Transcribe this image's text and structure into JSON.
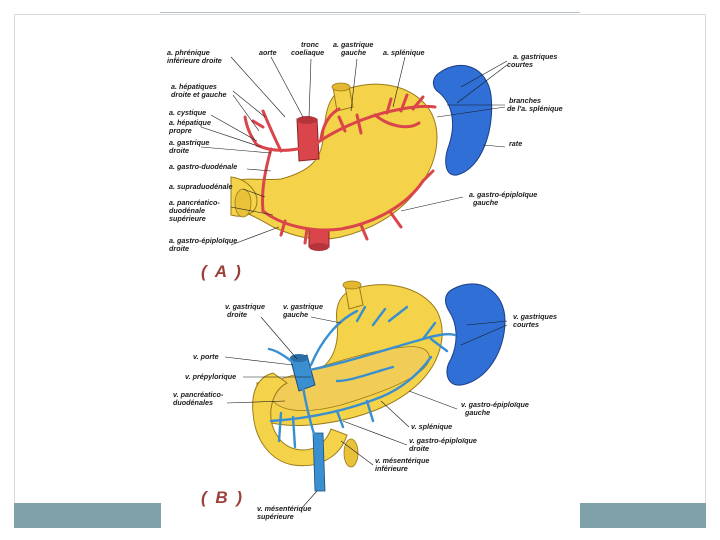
{
  "figure_a": {
    "panel_label": "( A )",
    "labels": {
      "phrenic": [
        "a. phrénique",
        "inférieure droite"
      ],
      "aorte": "aorte",
      "tronc": [
        "tronc",
        "coeliaque"
      ],
      "gastrique_gauche": [
        "a. gastrique",
        "gauche"
      ],
      "splenique": "a. splénique",
      "gastriques_courtes": [
        "a. gastriques",
        "courtes"
      ],
      "branches": [
        "branches",
        "de l'a. splénique"
      ],
      "rate": "rate",
      "hepatiques": [
        "a. hépatiques",
        "droite et gauche"
      ],
      "cystique": "a. cystique",
      "hepatique_propre": [
        "a. hépatique",
        "propre"
      ],
      "gastrique_droite": [
        "a. gastrique",
        "droite"
      ],
      "gastro_duodenale": "a. gastro-duodénale",
      "supraduodenale": "a. supraduodénale",
      "pancreatico": [
        "a. pancréatico-",
        "duodénale",
        "supérieure"
      ],
      "gastro_epiploique_gauche": [
        "a. gastro-épiploïque",
        "gauche"
      ],
      "gastro_epiploique_droite": [
        "a. gastro-épiploïque",
        "droite"
      ]
    }
  },
  "figure_b": {
    "panel_label": "( B )",
    "labels": {
      "gastrique_droite": [
        "v. gastrique",
        "droite"
      ],
      "gastrique_gauche": [
        "v. gastrique",
        "gauche"
      ],
      "gastriques_courtes": [
        "v. gastriques",
        "courtes"
      ],
      "porte": "v. porte",
      "pre_pylorique": "v. prépylorique",
      "pancreatico": [
        "v. pancréatico-",
        "duodénales"
      ],
      "gastro_epiploique_gauche": [
        "v. gastro-épiploïque",
        "gauche"
      ],
      "splenique": "v. splénique",
      "gastro_epiploique_droite": [
        "v. gastro-épiploïque",
        "droite"
      ],
      "mesenterique_inferieure": [
        "v. mésentérique",
        "inférieure"
      ],
      "mesenterique_superieure": [
        "v. mésentérique",
        "supérieure"
      ]
    }
  },
  "colors": {
    "artery": "#d9454b",
    "vein": "#3a8fd0",
    "stomach": "#f4d34a",
    "spleen": "#2f6fd6",
    "band": "#7fa1aa"
  }
}
